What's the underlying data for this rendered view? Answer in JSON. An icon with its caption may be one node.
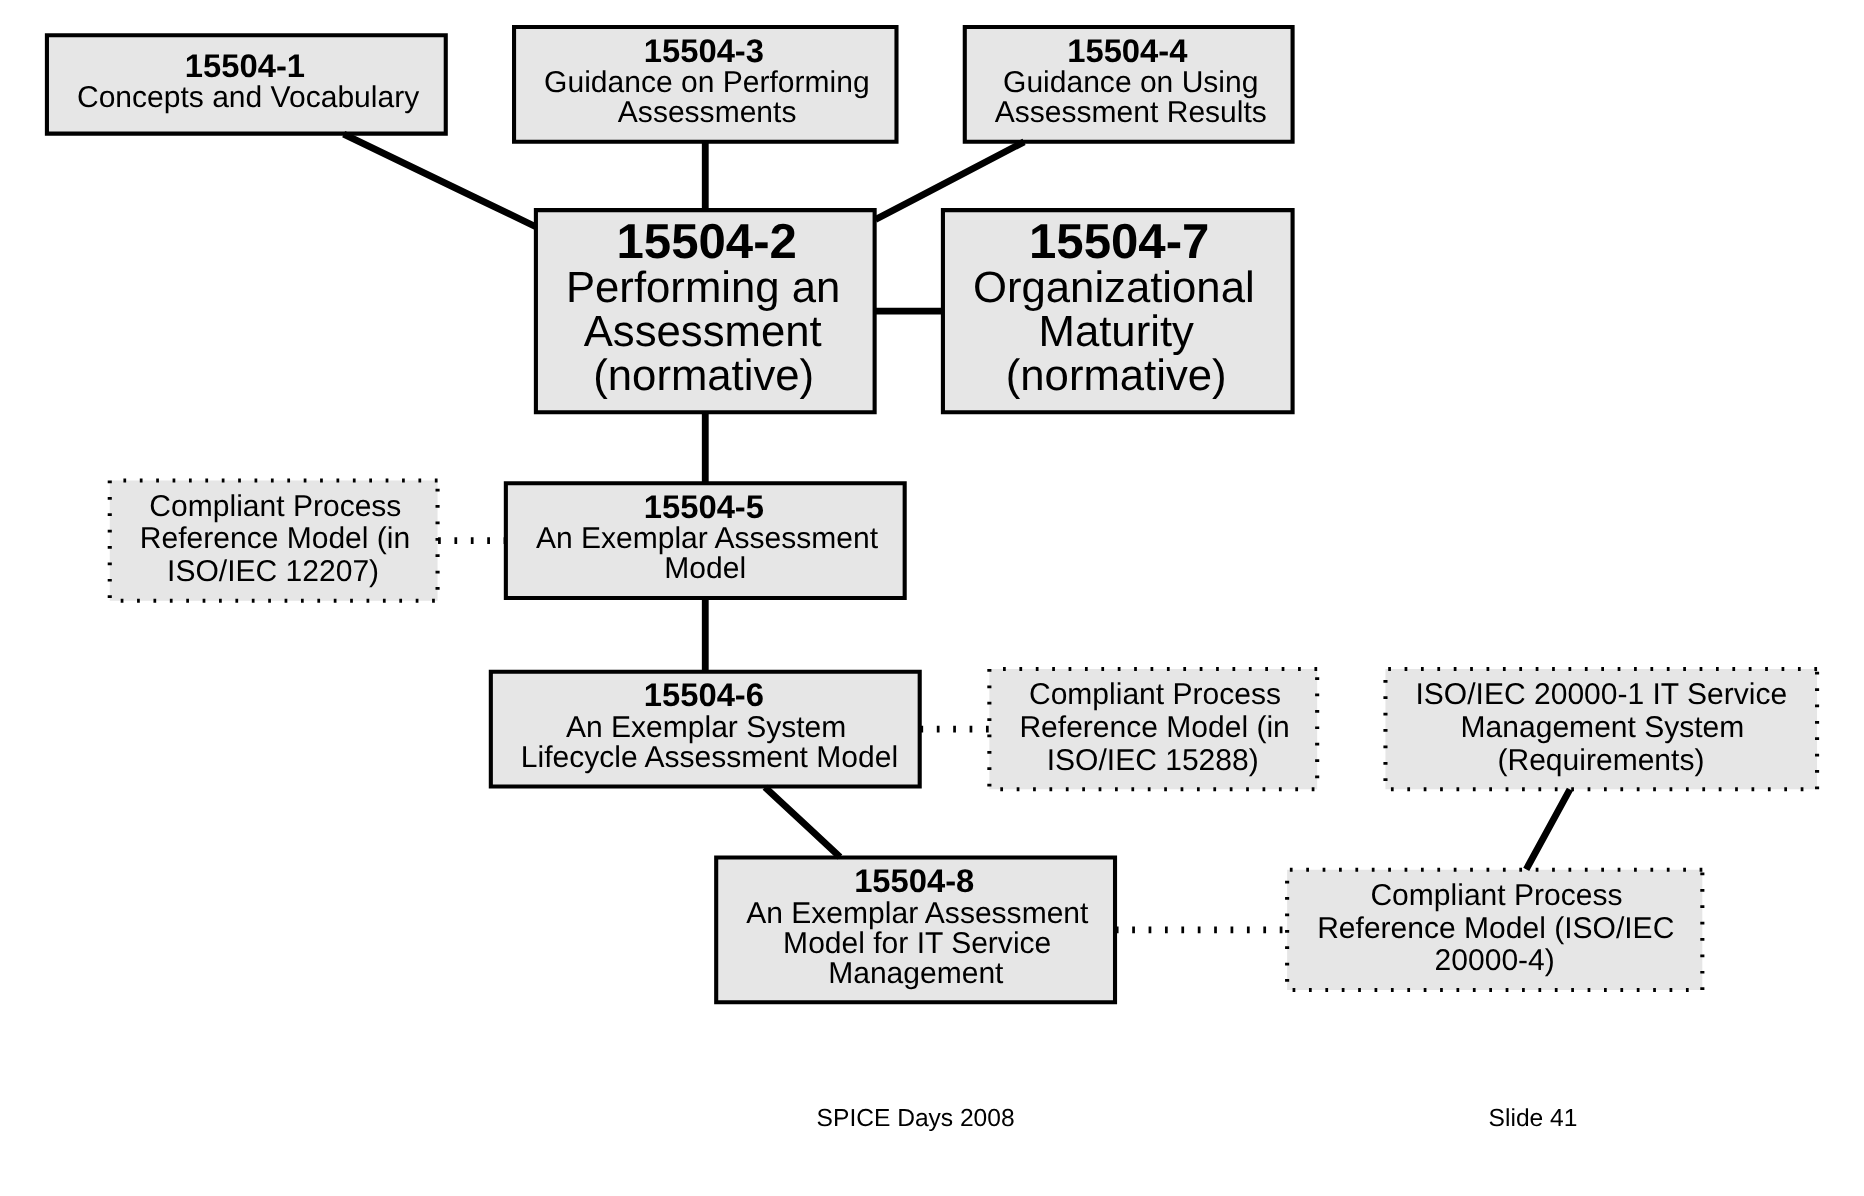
{
  "diagram": {
    "nodes": [
      {
        "text": [
          "15504-1",
          "Concepts and Vocabulary"
        ]
      },
      {
        "text": [
          "15504-3",
          "Guidance on Performing Assessments"
        ]
      },
      {
        "text": [
          "15504-2",
          "Performing an Assessment (normative)"
        ]
      },
      {
        "text": [
          "15504-7",
          "Organizational Maturity (normative)"
        ]
      },
      {
        "text": [
          "15504-4",
          "Guidance on Using Assessment Results"
        ]
      },
      {
        "text": [
          "Compliant Process Reference Model (in ISO/IEC 12207)"
        ]
      },
      {
        "text": [
          "15504-5",
          "An Exemplar Assessment Model"
        ]
      },
      {
        "text": [
          "ISO/IEC 20000-1 IT Service Management System (Requirements)"
        ]
      },
      {
        "text": [
          "Compliant Process Reference Model (in ISO/IEC 15288)"
        ]
      },
      {
        "text": [
          "15504-6",
          "An Exemplar System Lifecycle Assessment Model"
        ]
      },
      {
        "text": [
          "15504-8",
          "An Exemplar Assessment Model for IT Service Management"
        ]
      },
      {
        "text": [
          "Compliant Process Reference Model (ISO/IEC 20000-4)"
        ]
      }
    ],
    "edges": [
      {
        "from": 0,
        "to": 2,
        "arrow": "none"
      },
      {
        "from": 1,
        "to": 2,
        "arrow": "none"
      },
      {
        "from": 4,
        "to": 2,
        "arrow": "none"
      },
      {
        "from": 2,
        "to": 3,
        "arrow": "none"
      },
      {
        "from": 2,
        "to": 6,
        "arrow": "none"
      },
      {
        "from": 5,
        "to": 6,
        "arrow": "none",
        "style": "dashed"
      },
      {
        "from": 6,
        "to": 9,
        "arrow": "none"
      },
      {
        "from": 8,
        "to": 9,
        "arrow": "none",
        "style": "dashed"
      },
      {
        "from": 9,
        "to": 10,
        "arrow": "none"
      },
      {
        "from": 10,
        "to": 11,
        "arrow": "none",
        "style": "dashed"
      },
      {
        "from": 7,
        "to": 11,
        "arrow": "none"
      }
    ],
    "labels": [
      "SPICE Days 2008",
      "Slide 41"
    ]
  }
}
